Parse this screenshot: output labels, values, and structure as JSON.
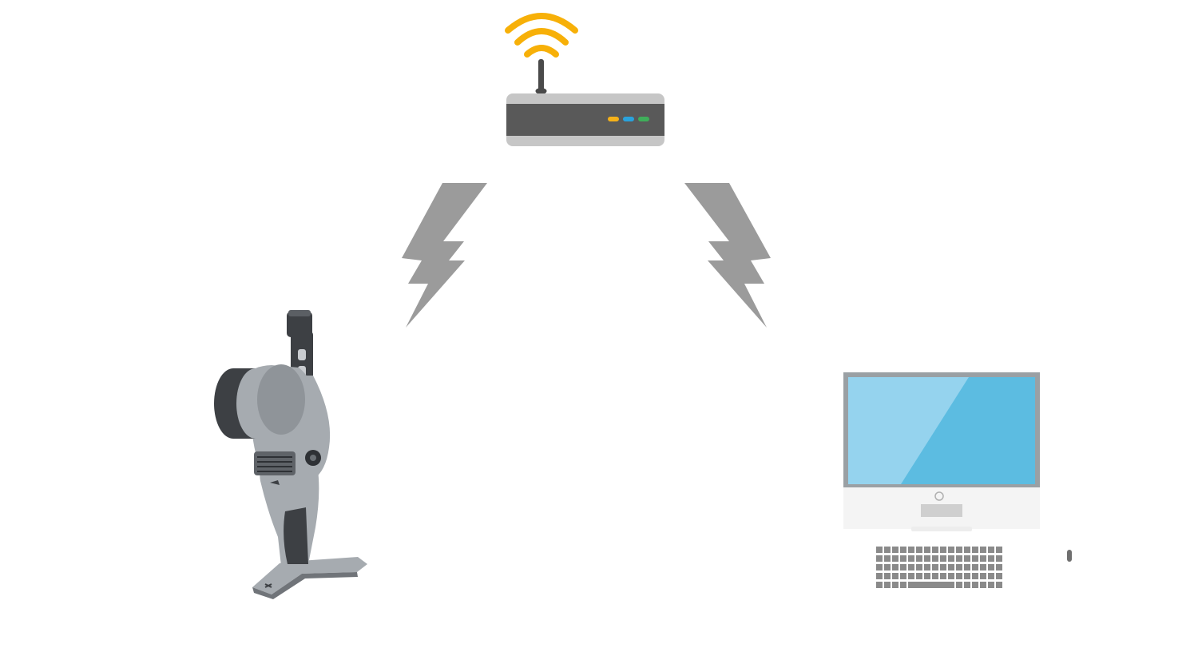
{
  "diagram": {
    "nodes": [
      {
        "id": "router",
        "icon": "wifi-router-icon"
      },
      {
        "id": "scanner",
        "icon": "handheld-lidar-scanner-icon"
      },
      {
        "id": "computer",
        "icon": "desktop-computer-icon"
      }
    ],
    "links": [
      {
        "from": "scanner",
        "to": "router",
        "icon": "lightning-bolt-icon"
      },
      {
        "from": "router",
        "to": "computer",
        "icon": "lightning-bolt-icon"
      }
    ],
    "router_leds": [
      "#f5b119",
      "#2aa2dc",
      "#3fae5a"
    ]
  },
  "colors": {
    "wifi_signal": "#f7b008",
    "router_body": "#595959",
    "router_trim": "#c6c6c6",
    "bolt": "#9b9b9b",
    "screen_light": "#95d3ee",
    "screen_dark": "#5cbce1",
    "keyboard": "#8a8a8a",
    "scanner_metal": "#a6abb0",
    "scanner_dark": "#3d4044"
  }
}
